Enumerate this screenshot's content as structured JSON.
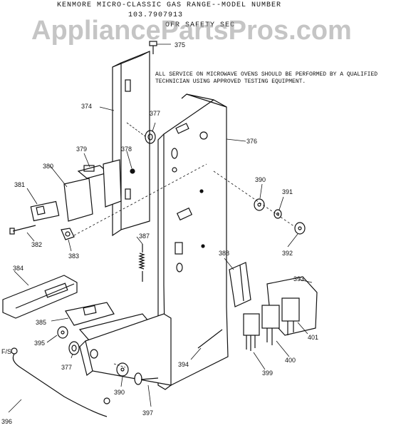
{
  "header": {
    "line1": "KENMORE MICRO-CLASSIC GAS RANGE--MODEL NUMBER",
    "line2": "103.7907913",
    "line3": "OFR SAFETY SEC"
  },
  "watermark": "AppliancePartsPros.com",
  "note": "ALL SERVICE ON MICROWAVE OVENS SHOULD BE PERFORMED BY A QUALIFIED TECHNICIAN USING APPROVED TESTING EQUIPMENT.",
  "parts": {
    "p375": "375",
    "p374": "374",
    "p377a": "377",
    "p376": "376",
    "p379": "379",
    "p378": "378",
    "p380": "380",
    "p381": "381",
    "p390a": "390",
    "p391": "391",
    "p382": "382",
    "p383": "383",
    "p387": "387",
    "p392": "392",
    "p388": "388",
    "p384": "384",
    "p393": "393",
    "p385": "385",
    "p395": "395",
    "p401": "401",
    "fs": "F/S",
    "p377b": "377",
    "p394": "394",
    "p400": "400",
    "p399": "399",
    "p390b": "390",
    "p396": "396",
    "p397": "397"
  }
}
